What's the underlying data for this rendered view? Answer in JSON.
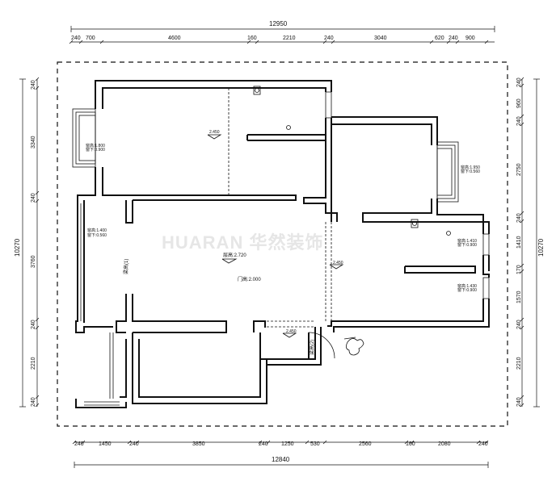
{
  "watermark": "HUARAN 华然装饰",
  "dimensions": {
    "top_total": "12950",
    "top": [
      "240",
      "700",
      "4600",
      "160",
      "2210",
      "240",
      "3040",
      "620",
      "240",
      "900"
    ],
    "bottom_total": "12840",
    "bottom": [
      "240",
      "1450",
      "240",
      "3850",
      "240",
      "1250",
      "530",
      "2560",
      "160",
      "2080",
      "240"
    ],
    "left_total": "10270",
    "left": [
      "240",
      "3340",
      "240",
      "3760",
      "240",
      "2210",
      "240"
    ],
    "right_total": "10270",
    "right": [
      "240",
      "960",
      "240",
      "2750",
      "240",
      "1410",
      "170",
      "1570",
      "240",
      "2210",
      "240"
    ]
  },
  "annotations": {
    "win_left_top": [
      "窗高:1.800",
      "窗下:0.900"
    ],
    "win_right_top": [
      "窗高:1.950",
      "窗下:0.560"
    ],
    "win_living": [
      "窗高:1.400",
      "窗下:0.560"
    ],
    "win_right_mid1": [
      "窗高:1.410",
      "窗下:0.900"
    ],
    "win_right_mid2": [
      "窗高:1.430",
      "窗下:0.900"
    ],
    "floor_height": "层高:2.720",
    "door_height": "门高:2.000",
    "beam_vertical_1": "梁高(1)",
    "beam_vertical_2": "梁高(2)",
    "level_1": "2.450",
    "level_2": "2.450",
    "level_3": "2.450"
  }
}
